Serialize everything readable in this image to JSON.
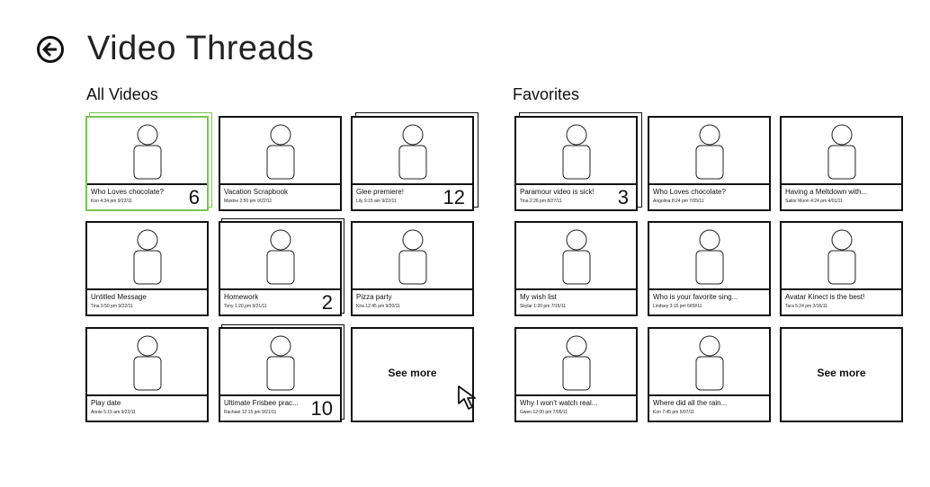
{
  "header": {
    "title": "Video Threads",
    "back_icon": "back-arrow-circle-icon"
  },
  "groups": {
    "all_videos": {
      "title": "All Videos",
      "tiles": [
        {
          "title": "Who Loves chocolate?",
          "meta": "Kon  4:34 pm 9/22/11",
          "count": "6"
        },
        {
          "title": "Vacation Scrapbook",
          "meta": "Maxine 2:50 pm 9/22/11",
          "count": ""
        },
        {
          "title": "Glee premiere!",
          "meta": "Lily 9:15 am 9/22/11",
          "count": "12"
        },
        {
          "title": "Untitled Message",
          "meta": "Tina 3:50 pm 9/22/11",
          "count": ""
        },
        {
          "title": "Homework",
          "meta": "Tony 1:20 pm 9/21/11",
          "count": "2"
        },
        {
          "title": "Pizza party",
          "meta": "Kira 12:45 pm 9/20/11",
          "count": ""
        },
        {
          "title": "Play date",
          "meta": "Annie 5:15 am 9/22/11",
          "count": ""
        },
        {
          "title": "Ultimate Frisbee prac...",
          "meta": "Rachael 12:15 pm 9/21/11",
          "count": "10"
        }
      ],
      "see_more": "See more"
    },
    "favorites": {
      "title": "Favorites",
      "tiles": [
        {
          "title": "Paramour video is sick!",
          "meta": "Tina 2:26 pm 8/27/11",
          "count": "3"
        },
        {
          "title": "Who Loves chocolate?",
          "meta": "Angolina  8:24 pm 7/05/11",
          "count": ""
        },
        {
          "title": "Having a Meltdown with...",
          "meta": "Sailor Moon 4:24 pm 4/01/11",
          "count": ""
        },
        {
          "title": "My wish list",
          "meta": "Skylar 1:20 pm 7/15/11",
          "count": ""
        },
        {
          "title": "Who is your favorite sing...",
          "meta": "Lindsey  3:15 pm 6/09/11",
          "count": ""
        },
        {
          "title": "Avatar Kinect is the best!",
          "meta": "Tara  5:24 pm 3/16/11",
          "count": ""
        },
        {
          "title": "Why I won't watch real...",
          "meta": "Gwen   12:00 pm 7/05/11",
          "count": ""
        },
        {
          "title": "Where did all the rain...",
          "meta": "Kon   7:45 pm 5/07/11",
          "count": ""
        }
      ],
      "see_more": "See more"
    }
  },
  "colors": {
    "selected_border": "#7cc353",
    "border": "#111111"
  },
  "icons": {
    "avatar": "person-placeholder-icon",
    "cursor": "mouse-pointer-icon"
  }
}
